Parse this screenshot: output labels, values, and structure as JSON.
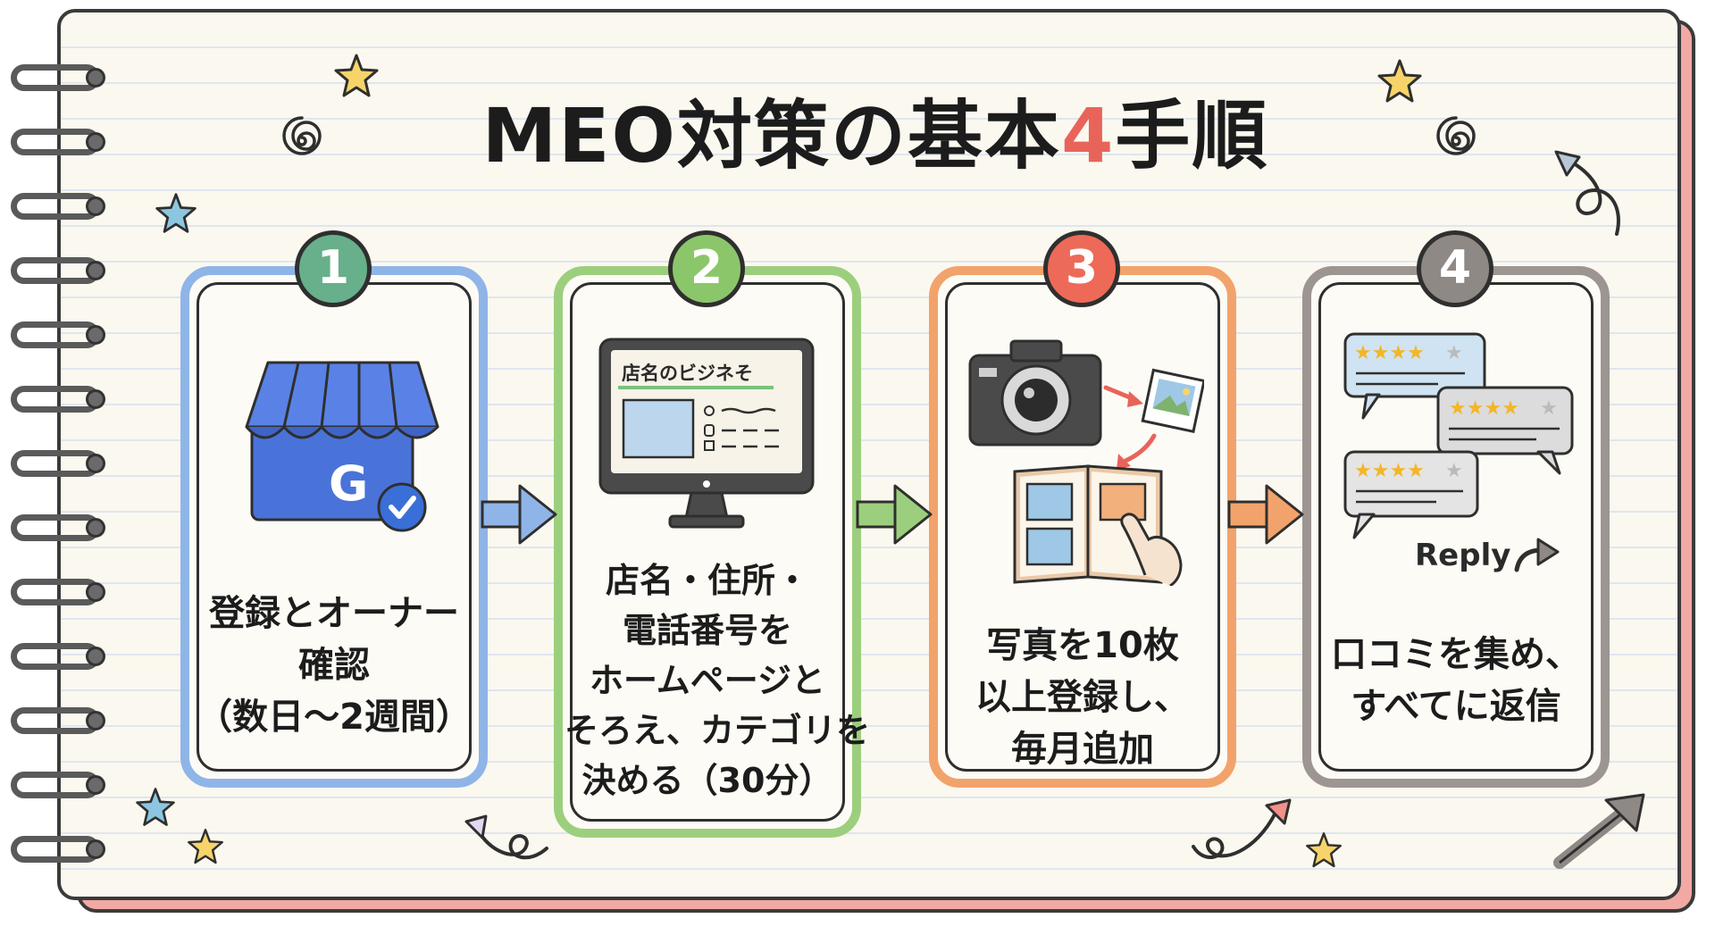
{
  "title": {
    "prefix": "MEO対策の基本",
    "number": "4",
    "suffix": "手順"
  },
  "colors": {
    "step1": "#8fb5e8",
    "step2": "#9ccf7d",
    "step3": "#f2a36b",
    "step4": "#9c9592",
    "title_accent": "#e8645a"
  },
  "steps": [
    {
      "number": "1",
      "icon": "google-business-store-icon",
      "lines": [
        "登録とオーナー",
        "確認",
        "（数日〜2週間）"
      ]
    },
    {
      "number": "2",
      "icon": "monitor-listing-icon",
      "listing_name": "店名のビジネそ",
      "lines": [
        "店名・住所・",
        "電話番号を",
        "ホームページと",
        "そろえ、カテゴリを",
        "決める（30分）"
      ]
    },
    {
      "number": "3",
      "icon": "camera-photo-album-icon",
      "lines": [
        "写真を10枚",
        "以上登録し、",
        "毎月追加"
      ]
    },
    {
      "number": "4",
      "icon": "review-bubbles-icon",
      "reply_label": "Reply",
      "lines": [
        "口コミを集め、",
        "すべてに返信"
      ]
    }
  ]
}
